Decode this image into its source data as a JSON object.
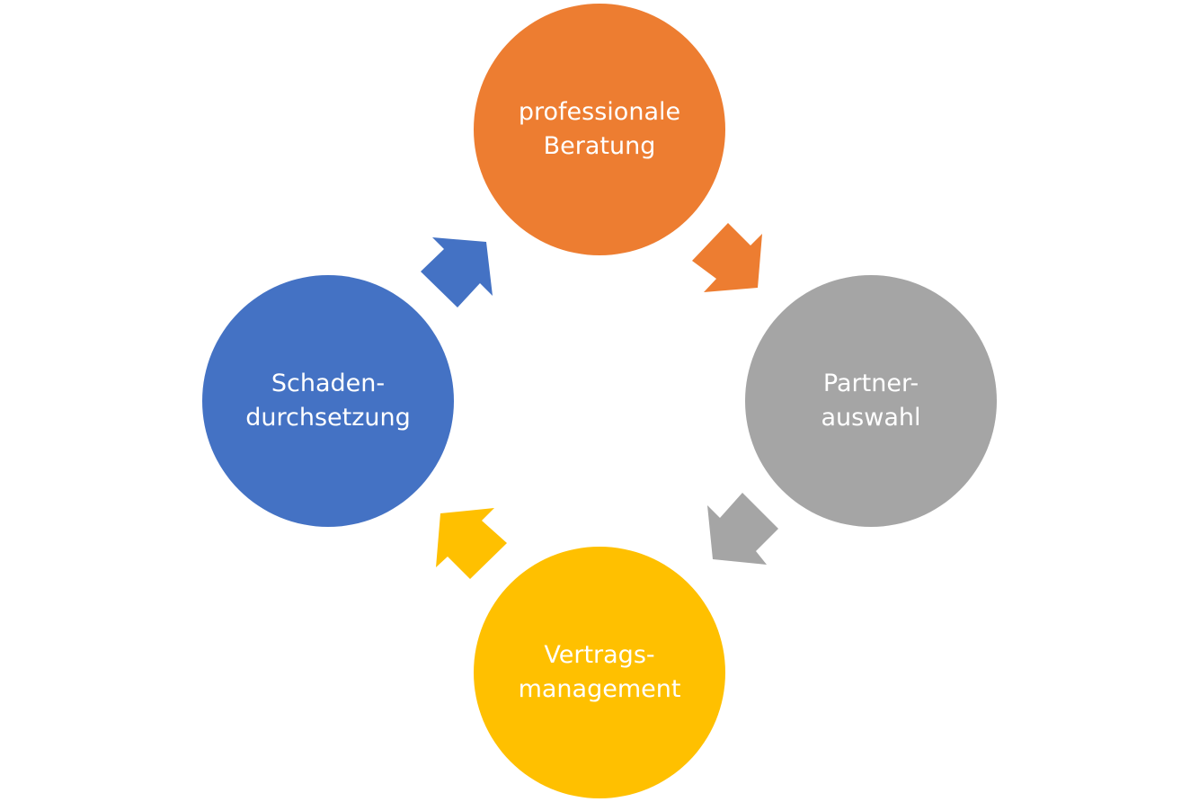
{
  "diagram": {
    "type": "cycle",
    "nodes": [
      {
        "id": "beratung",
        "lines": [
          "professionale",
          "Beratung"
        ],
        "color": "#ED7D31"
      },
      {
        "id": "partnerauswahl",
        "lines": [
          "Partner-",
          "auswahl"
        ],
        "color": "#A5A5A5"
      },
      {
        "id": "vertragsmanagement",
        "lines": [
          "Vertrags-",
          "management"
        ],
        "color": "#FFC000"
      },
      {
        "id": "schadendurchsetzung",
        "lines": [
          "Schaden-",
          "durchsetzung"
        ],
        "color": "#4472C4"
      }
    ],
    "arrows": [
      {
        "from": "beratung",
        "to": "partnerauswahl",
        "color": "#ED7D31"
      },
      {
        "from": "partnerauswahl",
        "to": "vertragsmanagement",
        "color": "#A5A5A5"
      },
      {
        "from": "vertragsmanagement",
        "to": "schadendurchsetzung",
        "color": "#FFC000"
      },
      {
        "from": "schadendurchsetzung",
        "to": "beratung",
        "color": "#4472C4"
      }
    ]
  }
}
